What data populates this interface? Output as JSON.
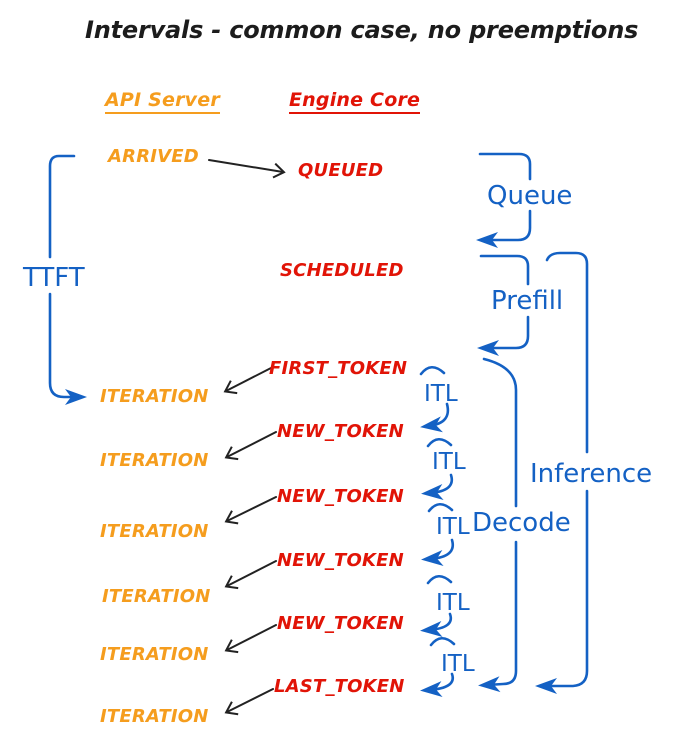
{
  "title": "Intervals - common case, no preemptions",
  "columns": {
    "api_server": "API Server",
    "engine_core": "Engine Core"
  },
  "api_events": {
    "arrived": "ARRIVED",
    "iterations": [
      "ITERATION",
      "ITERATION",
      "ITERATION",
      "ITERATION",
      "ITERATION",
      "ITERATION"
    ]
  },
  "engine_events": {
    "queued": "QUEUED",
    "scheduled": "SCHEDULED",
    "first_token": "FIRST_TOKEN",
    "new_tokens": [
      "NEW_TOKEN",
      "NEW_TOKEN",
      "NEW_TOKEN",
      "NEW_TOKEN"
    ],
    "last_token": "LAST_TOKEN"
  },
  "intervals": {
    "ttft": "TTFT",
    "queue": "Queue",
    "prefill": "Prefill",
    "decode": "Decode",
    "inference": "Inference",
    "itl": [
      "ITL",
      "ITL",
      "ITL",
      "ITL",
      "ITL"
    ]
  },
  "colors": {
    "api_accent": "#F59D1E",
    "engine_accent": "#E11407",
    "interval_accent": "#1461C4",
    "connector": "#222222",
    "background": "#FFFFFF"
  }
}
